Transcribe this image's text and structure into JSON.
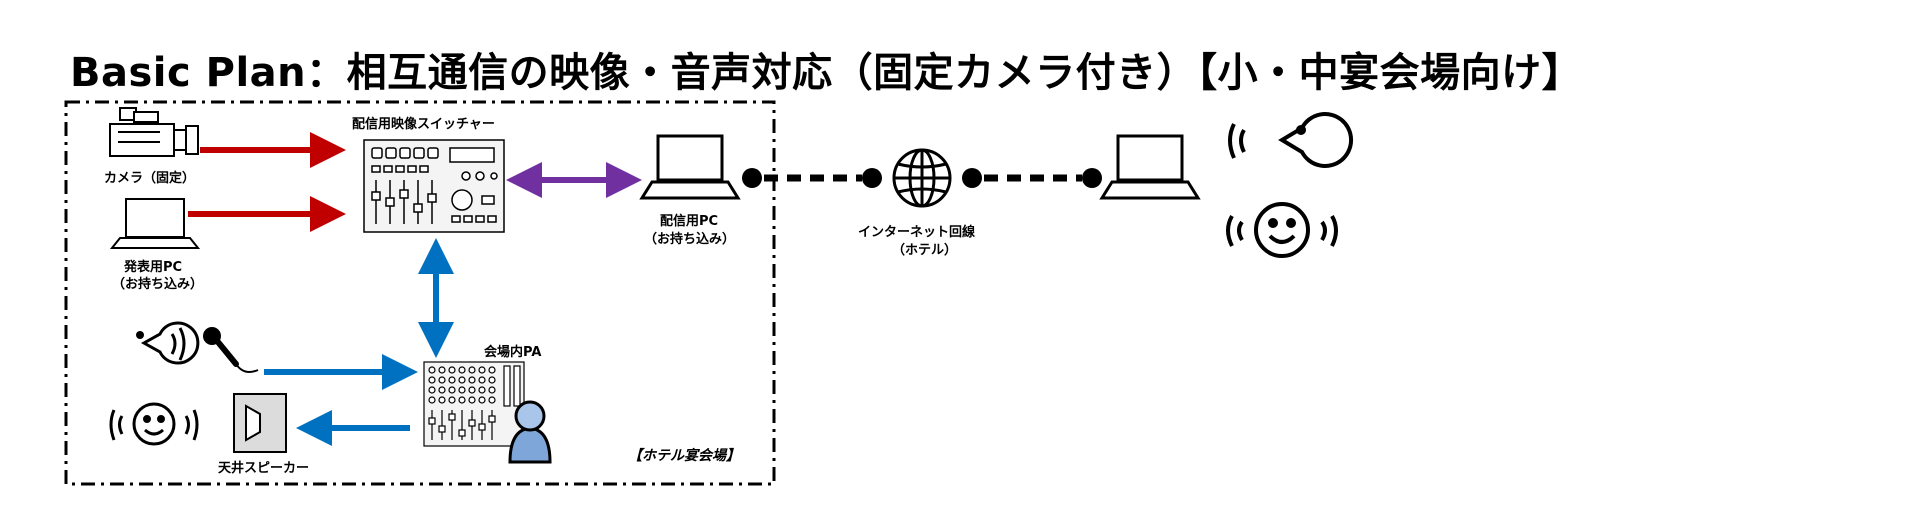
{
  "title": "Basic Plan：相互通信の映像・音声対応（固定カメラ付き）【小・中宴会場向け】",
  "labels": {
    "camera": "カメラ（固定）",
    "presenter_pc_line1": "発表用PC",
    "presenter_pc_line2": "（お持ち込み）",
    "switcher": "配信用映像スイッチャー",
    "stream_pc_line1": "配信用PC",
    "stream_pc_line2": "（お持ち込み）",
    "internet_line1": "インターネット回線",
    "internet_line2": "（ホテル）",
    "venue_pa": "会場内PA",
    "speaker": "天井スピーカー",
    "venue": "【ホテル宴会場】"
  },
  "icons": [
    "video-camera-icon",
    "laptop-icon",
    "video-switcher-icon",
    "audio-mixer-icon",
    "globe-icon",
    "speaking-person-icon",
    "listening-person-icon",
    "microphone-icon",
    "speaker-icon",
    "operator-person-icon"
  ],
  "colors": {
    "video_arrow": "#c00000",
    "pc_link_arrow": "#7030a0",
    "audio_arrow": "#0070c0",
    "operator": "#7ea6d8"
  }
}
